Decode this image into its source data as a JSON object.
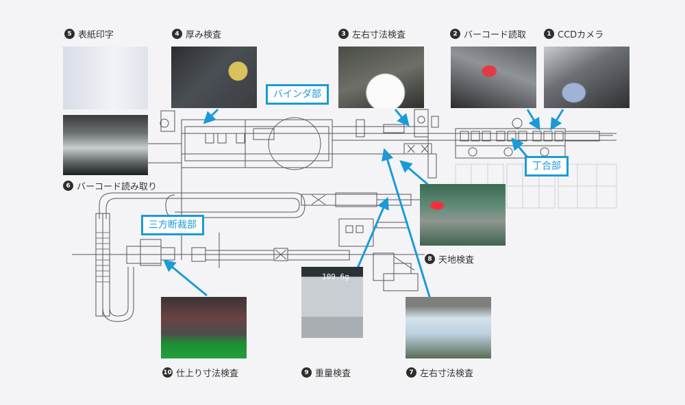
{
  "diagram": {
    "title": "製本ライン 検査工程配置図",
    "colors": {
      "accent": "#1a9ad8",
      "line_art": "#555555",
      "background": "#f4f4f6",
      "badge": "#2e2e2e"
    },
    "sections": [
      {
        "id": "binder",
        "label": "バインダ部"
      },
      {
        "id": "gathering",
        "label": "丁合部"
      },
      {
        "id": "trimmer",
        "label": "三方断裁部"
      }
    ],
    "inspections": [
      {
        "number": "1",
        "label": "CCDカメラ"
      },
      {
        "number": "2",
        "label": "バーコード読取"
      },
      {
        "number": "3",
        "label": "左右寸法検査"
      },
      {
        "number": "4",
        "label": "厚み検査"
      },
      {
        "number": "5",
        "label": "表紙印字"
      },
      {
        "number": "6",
        "label": "バーコード読み取り"
      },
      {
        "number": "7",
        "label": "左右寸法検査"
      },
      {
        "number": "8",
        "label": "天地検査"
      },
      {
        "number": "9",
        "label": "重量検査"
      },
      {
        "number": "10",
        "label": "仕上り寸法検査"
      }
    ],
    "weight_display": "109.6g"
  }
}
